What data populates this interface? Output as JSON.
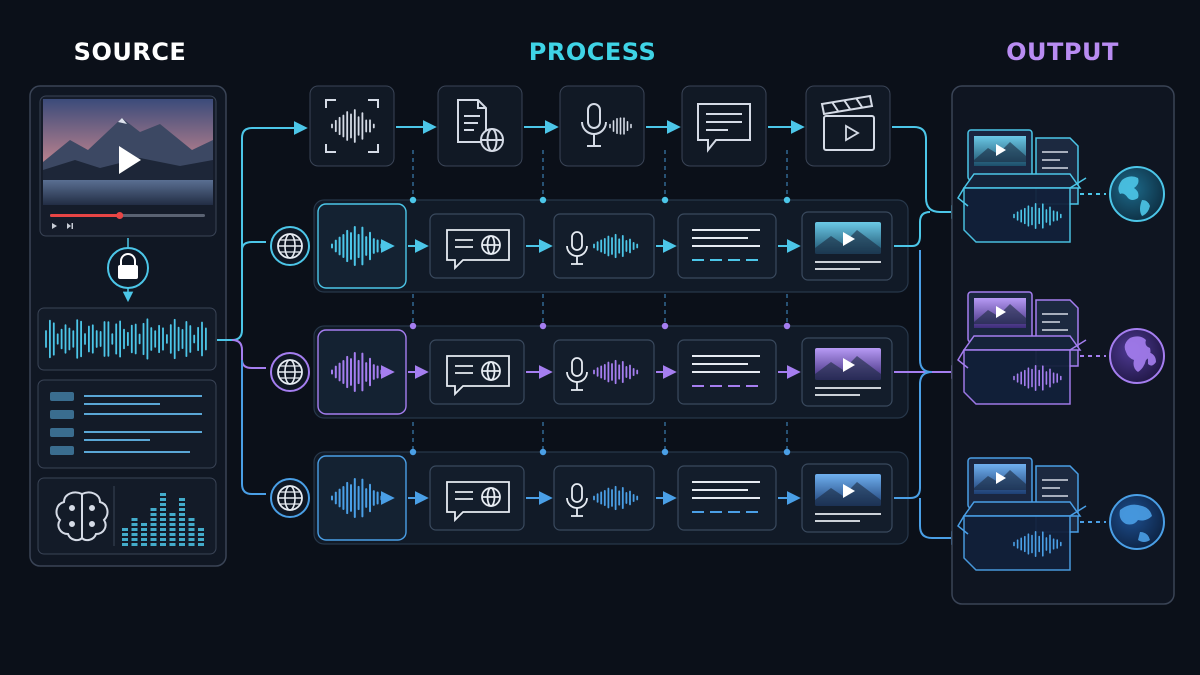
{
  "headings": {
    "source": "SOURCE",
    "process": "PROCESS",
    "output": "OUTPUT"
  },
  "colors": {
    "background": "#0b1019",
    "source_heading": "#ffffff",
    "process_heading": "#3fd4e6",
    "output_heading": "#b98cf2",
    "cyan": "#4cc6e8",
    "purple": "#a57ef0",
    "blue": "#4a9fe6",
    "progress_red": "#e84545"
  },
  "source": {
    "video_progress": 0.45,
    "icons": [
      "video-thumbnail",
      "play-icon",
      "lock-icon",
      "waveform-icon",
      "transcript-list-icon",
      "brain-icon",
      "equalizer-icon"
    ]
  },
  "pipeline": {
    "main_icons": [
      "waveform-scan-icon",
      "document-globe-icon",
      "microphone-icon",
      "speech-bubble-icon",
      "clapperboard-icon"
    ],
    "lane_icons": [
      "globe-icon",
      "waveform-icon",
      "chat-globe-icon",
      "microphone-icon",
      "subtitle-lines-icon",
      "video-frame-icon"
    ],
    "lanes": [
      {
        "id": "lane-1",
        "color": "cyan"
      },
      {
        "id": "lane-2",
        "color": "purple"
      },
      {
        "id": "lane-3",
        "color": "blue"
      }
    ]
  },
  "output": {
    "packages": [
      {
        "id": "package-1",
        "color": "cyan",
        "globe": "globe-americas-icon"
      },
      {
        "id": "package-2",
        "color": "purple",
        "globe": "globe-europe-africa-icon"
      },
      {
        "id": "package-3",
        "color": "blue",
        "globe": "globe-asia-icon"
      }
    ]
  }
}
